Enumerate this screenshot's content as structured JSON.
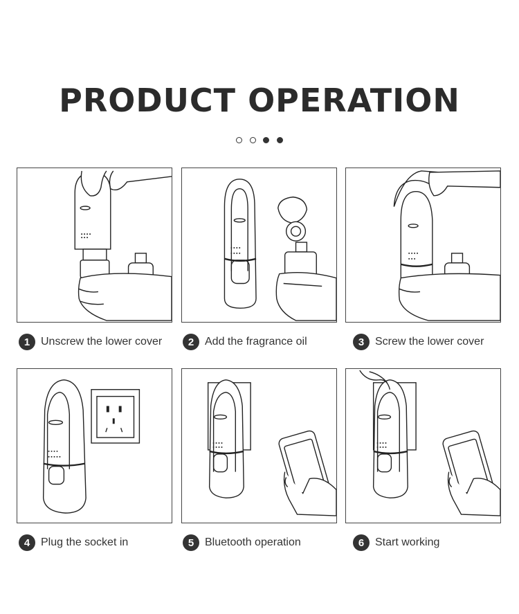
{
  "header": {
    "title": "PRODUCT OPERATION"
  },
  "pagination": {
    "dots": [
      "empty",
      "empty",
      "filled",
      "filled"
    ]
  },
  "steps": [
    {
      "number": "1",
      "label": "Unscrew the lower cover"
    },
    {
      "number": "2",
      "label": "Add the fragrance oil"
    },
    {
      "number": "3",
      "label": "Screw the lower cover"
    },
    {
      "number": "4",
      "label": "Plug the socket in"
    },
    {
      "number": "5",
      "label": "Bluetooth operation"
    },
    {
      "number": "6",
      "label": "Start working"
    }
  ]
}
